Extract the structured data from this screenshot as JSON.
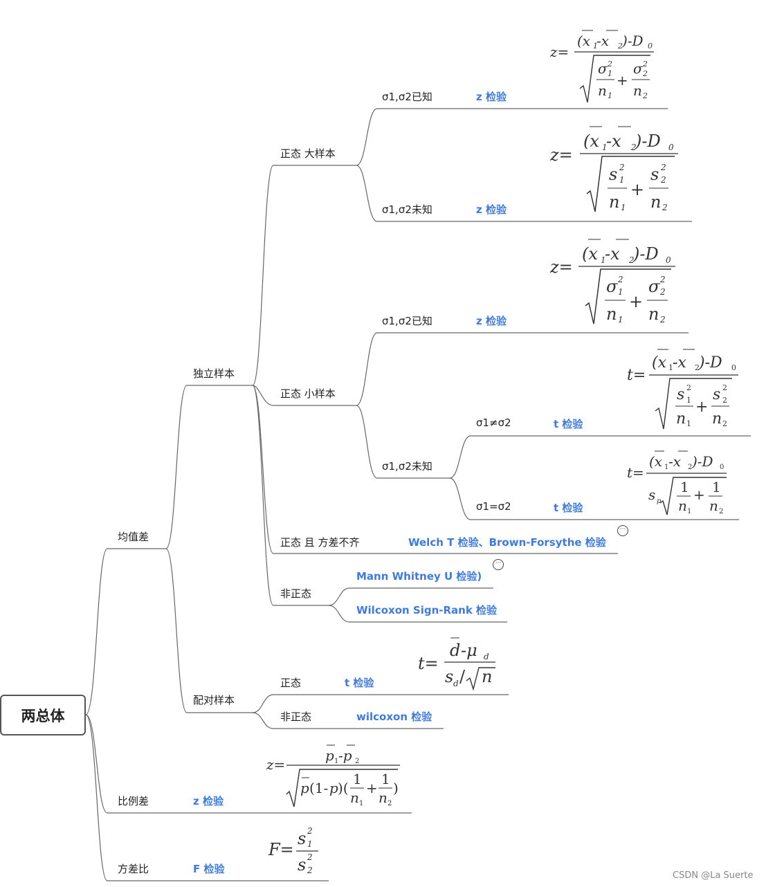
{
  "root": "两总体",
  "branches": {
    "mean_diff": "均值差",
    "proportion_diff": "比例差",
    "variance_ratio": "方差比"
  },
  "mean_diff": {
    "independent": "独立样本",
    "paired": "配对样本"
  },
  "independent": {
    "normal_large": "正态 大样本",
    "normal_small": "正态 小样本",
    "normal_unequal_var": "正态 且 方差不齐",
    "non_normal": "非正态"
  },
  "cases": {
    "known": "σ1,σ2已知",
    "unknown": "σ1,σ2未知",
    "neq": "σ1≠σ2",
    "eq": "σ1=σ2",
    "normal": "正态",
    "non_normal": "非正态"
  },
  "tests": {
    "z": "z 检验",
    "t": "t 检验",
    "f": "F 检验",
    "welch": "Welch T 检验、Brown-Forsythe 检验",
    "mann": "Mann Whitney U 检验)",
    "wsr": "Wilcoxon Sign-Rank 检验",
    "wilcoxon": "wilcoxon 检验"
  },
  "comment_icon": "comment-bubble-icon",
  "colors": {
    "test": "#3d7be0",
    "line": "#666666",
    "text": "#222222"
  },
  "watermark": "CSDN @La Suerte"
}
